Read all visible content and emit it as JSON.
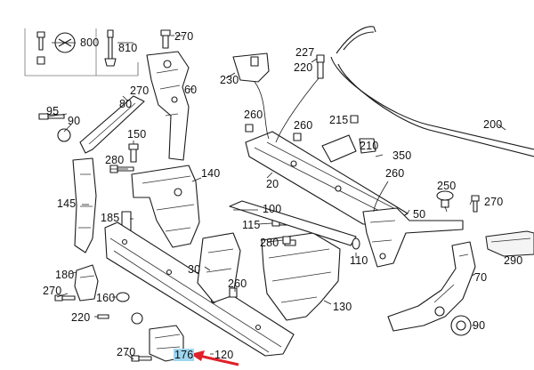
{
  "diagram": {
    "highlight_color": "#9fd6ef",
    "arrow_color": "#e0202a",
    "highlighted_part": "176",
    "callouts": [
      {
        "id": "800",
        "text": "800"
      },
      {
        "id": "810",
        "text": "810"
      },
      {
        "id": "270a",
        "text": "270"
      },
      {
        "id": "60",
        "text": "60"
      },
      {
        "id": "230",
        "text": "230"
      },
      {
        "id": "227",
        "text": "227"
      },
      {
        "id": "220a",
        "text": "220"
      },
      {
        "id": "95",
        "text": "95"
      },
      {
        "id": "90a",
        "text": "90"
      },
      {
        "id": "80",
        "text": "80"
      },
      {
        "id": "270b",
        "text": "270"
      },
      {
        "id": "260a",
        "text": "260"
      },
      {
        "id": "260b",
        "text": "260"
      },
      {
        "id": "215",
        "text": "215"
      },
      {
        "id": "200",
        "text": "200"
      },
      {
        "id": "150",
        "text": "150"
      },
      {
        "id": "210",
        "text": "210"
      },
      {
        "id": "280a",
        "text": "280"
      },
      {
        "id": "140",
        "text": "140"
      },
      {
        "id": "350",
        "text": "350"
      },
      {
        "id": "260c",
        "text": "260"
      },
      {
        "id": "20",
        "text": "20"
      },
      {
        "id": "145",
        "text": "145"
      },
      {
        "id": "250",
        "text": "250"
      },
      {
        "id": "270c",
        "text": "270"
      },
      {
        "id": "100",
        "text": "100"
      },
      {
        "id": "185",
        "text": "185"
      },
      {
        "id": "50",
        "text": "50"
      },
      {
        "id": "115",
        "text": "115"
      },
      {
        "id": "280b",
        "text": "280"
      },
      {
        "id": "290",
        "text": "290"
      },
      {
        "id": "110",
        "text": "110"
      },
      {
        "id": "30",
        "text": "30"
      },
      {
        "id": "180",
        "text": "180"
      },
      {
        "id": "70",
        "text": "70"
      },
      {
        "id": "270d",
        "text": "270"
      },
      {
        "id": "260d",
        "text": "260"
      },
      {
        "id": "160",
        "text": "160"
      },
      {
        "id": "130",
        "text": "130"
      },
      {
        "id": "220b",
        "text": "220"
      },
      {
        "id": "90b",
        "text": "90"
      },
      {
        "id": "270e",
        "text": "270"
      },
      {
        "id": "176",
        "text": "176"
      },
      {
        "id": "120",
        "text": "120"
      }
    ]
  }
}
